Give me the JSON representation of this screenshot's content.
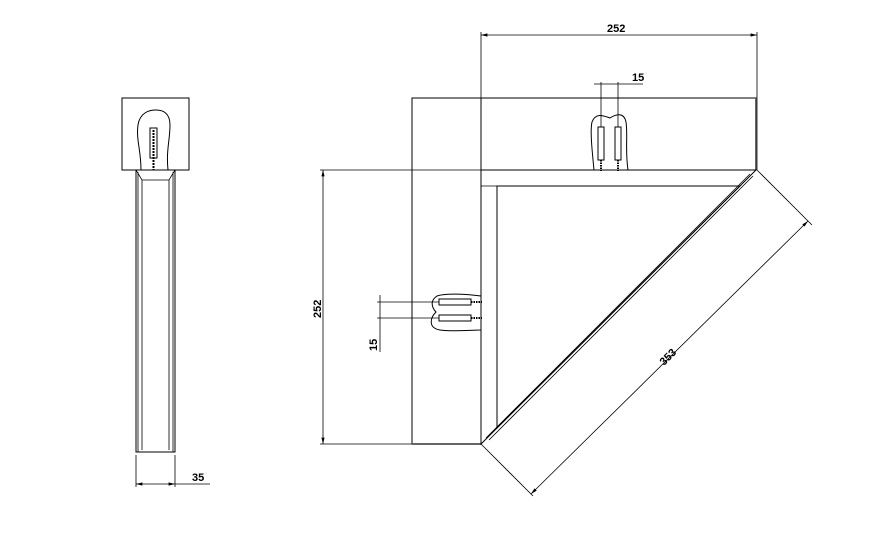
{
  "drawing": {
    "side_view": {
      "depth_dimension": "35"
    },
    "plan_view": {
      "width_dimension": "252",
      "height_dimension": "252",
      "diagonal_dimension": "353",
      "top_screw_spacing": "15",
      "left_screw_spacing": "15"
    }
  },
  "colors": {
    "line": "#000000",
    "background": "#ffffff"
  }
}
